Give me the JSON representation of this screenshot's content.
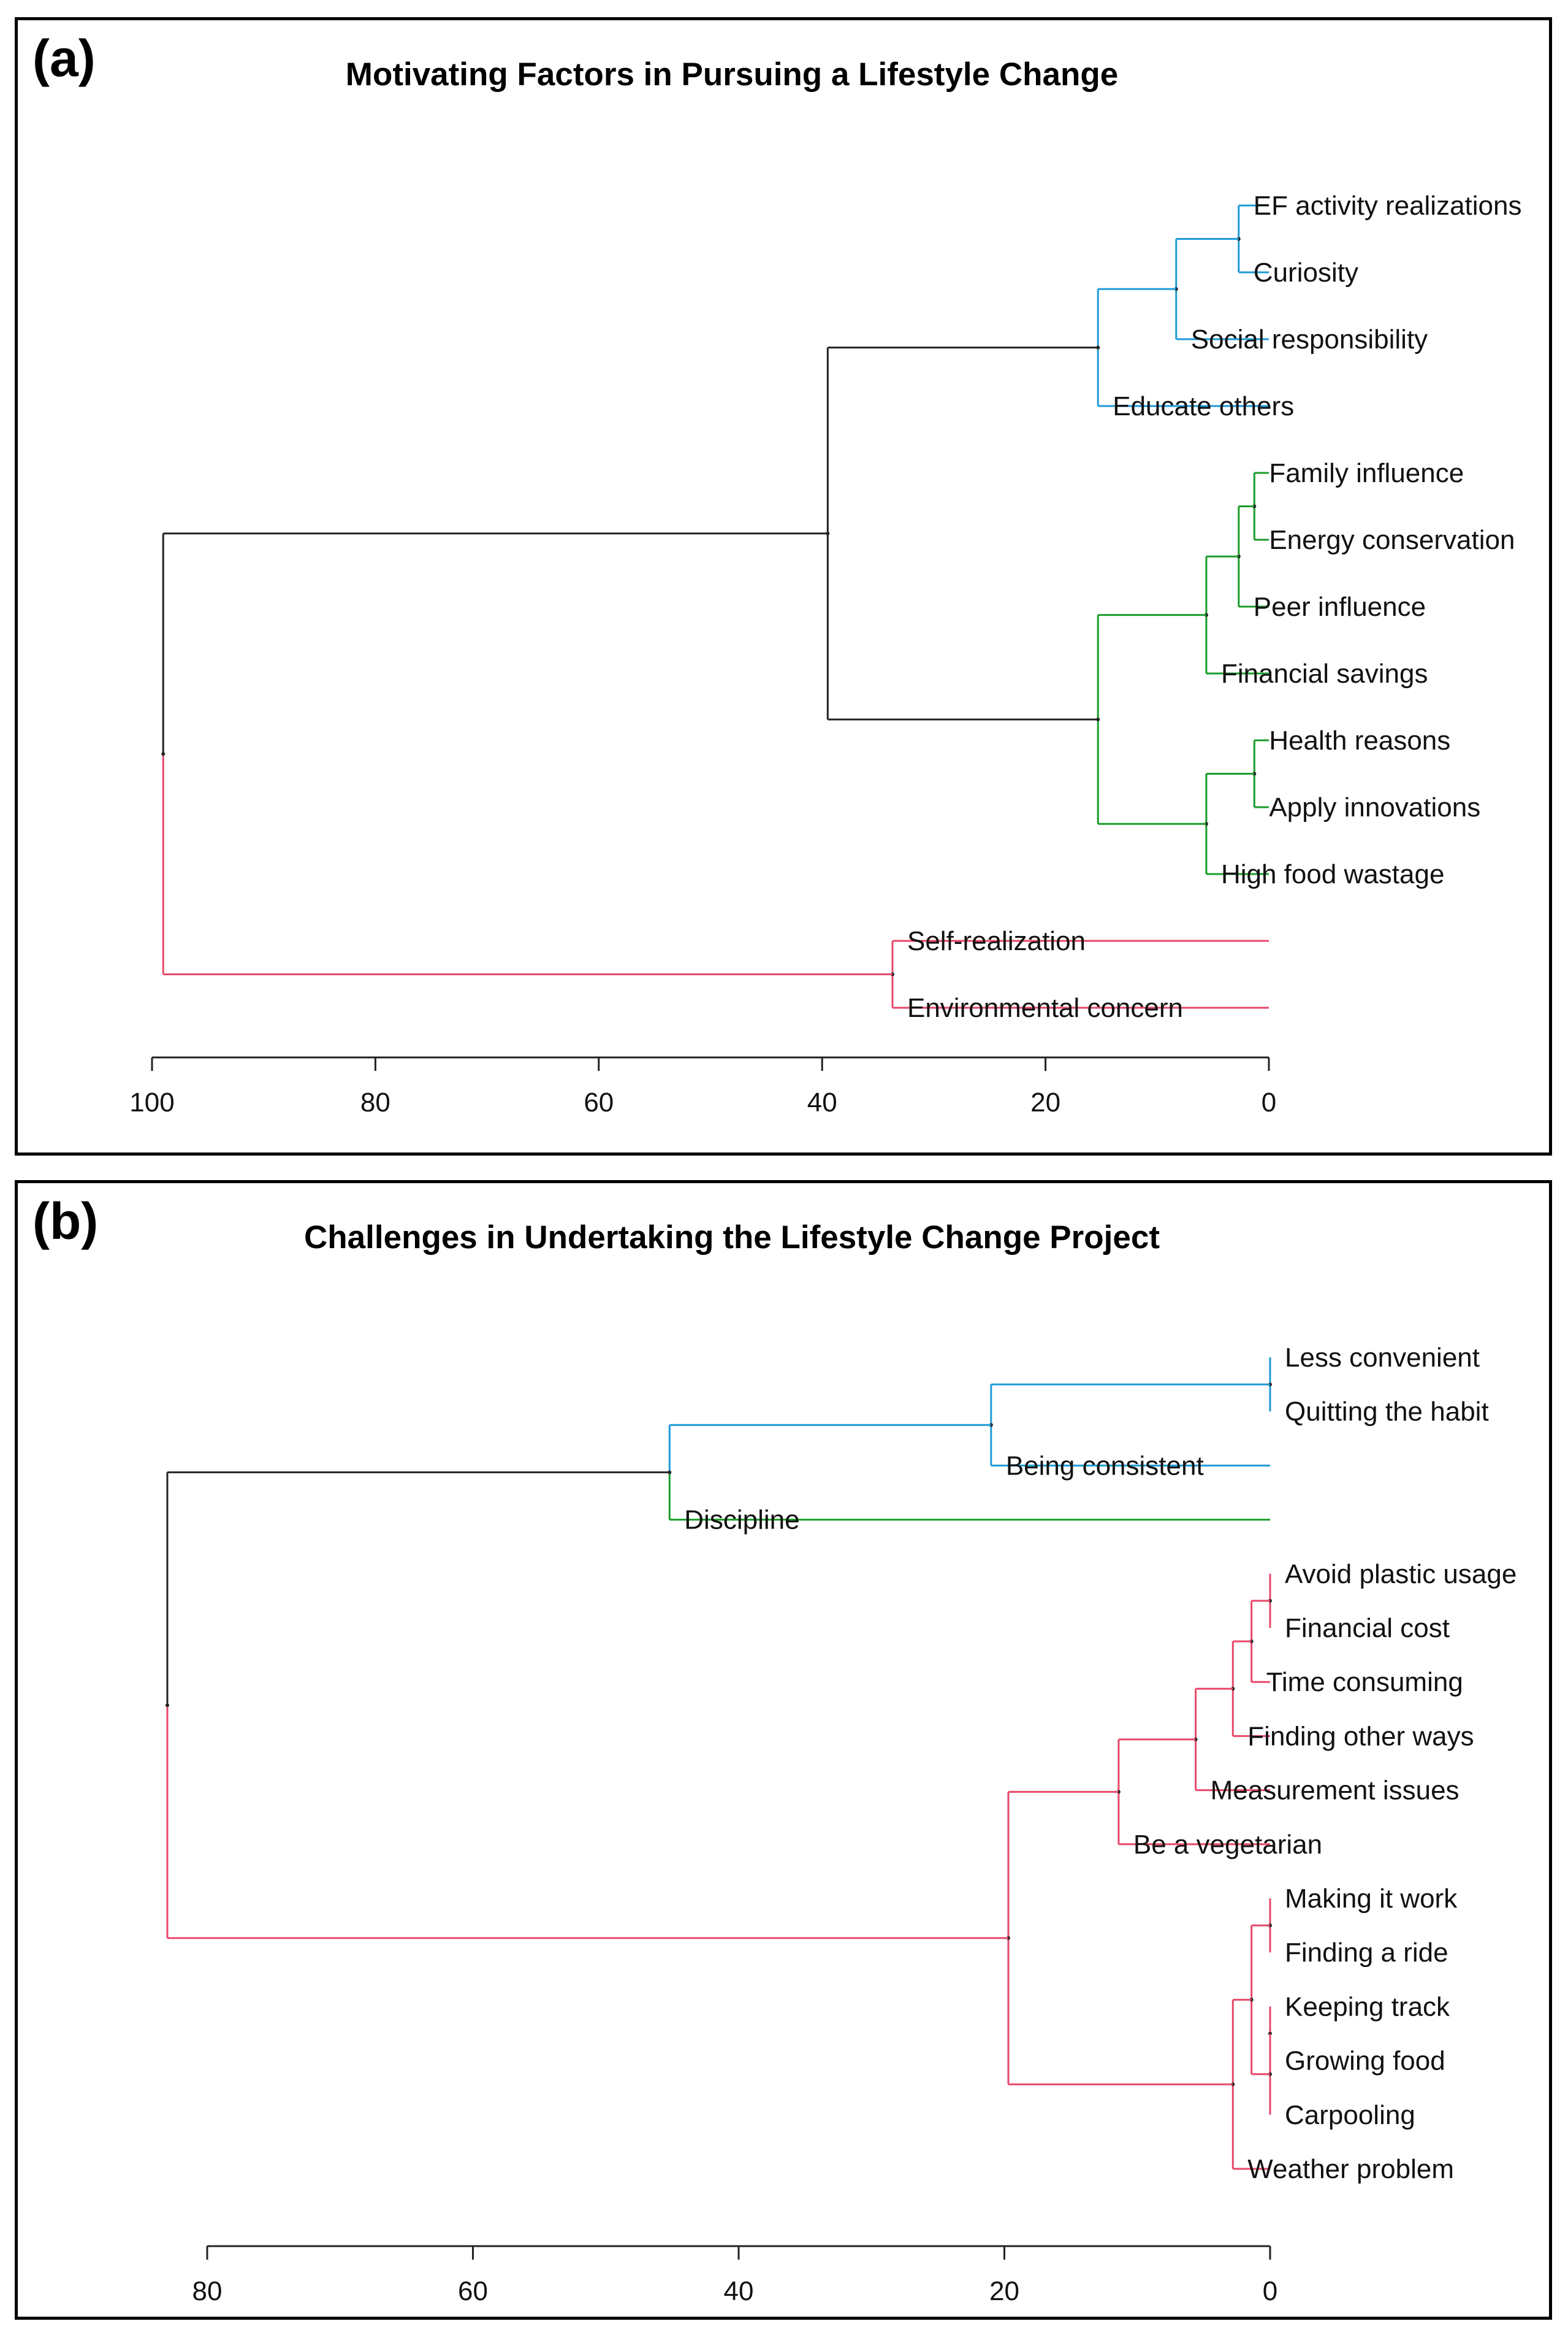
{
  "colors": {
    "root": "#222222",
    "blue": "#1e9bd7",
    "green": "#1a9c2a",
    "pink": "#e8486a"
  },
  "chart_data": [
    {
      "type": "dendrogram",
      "panel_label": "(a)",
      "title": "Motivating Factors in Pursuing a Lifestyle Change",
      "xlim": [
        100,
        0
      ],
      "ticks": [
        100,
        80,
        60,
        40,
        20,
        0
      ],
      "leaves": [
        {
          "label": "EF activity realizations",
          "cluster": "blue"
        },
        {
          "label": "Curiosity",
          "cluster": "blue"
        },
        {
          "label": "Social responsibility",
          "cluster": "blue"
        },
        {
          "label": "Educate others",
          "cluster": "blue"
        },
        {
          "label": "Family influence",
          "cluster": "green"
        },
        {
          "label": "Energy conservation",
          "cluster": "green"
        },
        {
          "label": "Peer influence",
          "cluster": "green"
        },
        {
          "label": "Financial savings",
          "cluster": "green"
        },
        {
          "label": "Health reasons",
          "cluster": "green"
        },
        {
          "label": "Apply innovations",
          "cluster": "green"
        },
        {
          "label": "High food wastage",
          "cluster": "green"
        },
        {
          "label": "Self-realization",
          "cluster": "pink"
        },
        {
          "label": "Environmental concern",
          "cluster": "pink"
        }
      ],
      "merges": [
        {
          "id": "A1",
          "children": [
            0,
            1
          ],
          "height": 2.7,
          "color": "blue"
        },
        {
          "id": "A2",
          "children": [
            "A1",
            2
          ],
          "height": 8.3,
          "color": "blue"
        },
        {
          "id": "A3",
          "children": [
            "A2",
            3
          ],
          "height": 15.3,
          "color": "blue"
        },
        {
          "id": "A4",
          "children": [
            4,
            5
          ],
          "height": 1.3,
          "color": "green"
        },
        {
          "id": "A5",
          "children": [
            "A4",
            6
          ],
          "height": 2.7,
          "color": "green"
        },
        {
          "id": "A6",
          "children": [
            "A5",
            7
          ],
          "height": 5.6,
          "color": "green"
        },
        {
          "id": "A7",
          "children": [
            8,
            9
          ],
          "height": 1.3,
          "color": "green"
        },
        {
          "id": "A8",
          "children": [
            "A7",
            10
          ],
          "height": 5.6,
          "color": "green"
        },
        {
          "id": "A9",
          "children": [
            "A6",
            "A8"
          ],
          "height": 15.3,
          "color": "green"
        },
        {
          "id": "A10",
          "children": [
            "A3",
            "A9"
          ],
          "height": 39.5,
          "color": "root"
        },
        {
          "id": "A11",
          "children": [
            11,
            12
          ],
          "height": 33.7,
          "color": "pink"
        },
        {
          "id": "A12",
          "children": [
            "A10",
            "A11"
          ],
          "height": 99.0,
          "color": "root",
          "branch_colors": [
            "root",
            "pink"
          ]
        }
      ]
    },
    {
      "type": "dendrogram",
      "panel_label": "(b)",
      "title": "Challenges in Undertaking the Lifestyle Change Project",
      "xlim": [
        80,
        0
      ],
      "ticks": [
        80,
        60,
        40,
        20,
        0
      ],
      "leaves": [
        {
          "label": "Less convenient",
          "cluster": "blue"
        },
        {
          "label": "Quitting the habit",
          "cluster": "blue"
        },
        {
          "label": "Being consistent",
          "cluster": "blue"
        },
        {
          "label": "Discipline",
          "cluster": "green"
        },
        {
          "label": "Avoid plastic usage",
          "cluster": "pink"
        },
        {
          "label": "Financial cost",
          "cluster": "pink"
        },
        {
          "label": "Time consuming",
          "cluster": "pink"
        },
        {
          "label": "Finding other ways",
          "cluster": "pink"
        },
        {
          "label": "Measurement issues",
          "cluster": "pink"
        },
        {
          "label": "Be a vegetarian",
          "cluster": "pink"
        },
        {
          "label": "Making it work",
          "cluster": "pink"
        },
        {
          "label": "Finding a ride",
          "cluster": "pink"
        },
        {
          "label": "Keeping track",
          "cluster": "pink"
        },
        {
          "label": "Growing food",
          "cluster": "pink"
        },
        {
          "label": "Carpooling",
          "cluster": "pink"
        },
        {
          "label": "Weather problem",
          "cluster": "pink"
        }
      ],
      "merges": [
        {
          "id": "B1",
          "children": [
            0,
            1
          ],
          "height": 0.0,
          "color": "blue"
        },
        {
          "id": "B2",
          "children": [
            "B1",
            2
          ],
          "height": 21.0,
          "color": "blue"
        },
        {
          "id": "B3",
          "children": [
            "B2",
            3
          ],
          "height": 45.2,
          "color": "blue",
          "branch_colors": [
            "blue",
            "green"
          ]
        },
        {
          "id": "B4",
          "children": [
            4,
            5
          ],
          "height": 0.0,
          "color": "pink"
        },
        {
          "id": "B5",
          "children": [
            "B4",
            6
          ],
          "height": 1.4,
          "color": "pink"
        },
        {
          "id": "B6",
          "children": [
            "B5",
            7
          ],
          "height": 2.8,
          "color": "pink"
        },
        {
          "id": "B7",
          "children": [
            "B6",
            8
          ],
          "height": 5.6,
          "color": "pink"
        },
        {
          "id": "B8",
          "children": [
            "B7",
            9
          ],
          "height": 11.4,
          "color": "pink"
        },
        {
          "id": "B9",
          "children": [
            10,
            11
          ],
          "height": 0.0,
          "color": "pink"
        },
        {
          "id": "B10",
          "children": [
            12,
            13
          ],
          "height": 0.0,
          "color": "pink"
        },
        {
          "id": "B11",
          "children": [
            "B10",
            14
          ],
          "height": 0.0,
          "color": "pink"
        },
        {
          "id": "B12",
          "children": [
            "B9",
            "B11"
          ],
          "height": 1.4,
          "color": "pink"
        },
        {
          "id": "B13",
          "children": [
            "B12",
            15
          ],
          "height": 2.8,
          "color": "pink"
        },
        {
          "id": "B14",
          "children": [
            "B8",
            "B13"
          ],
          "height": 19.7,
          "color": "pink"
        },
        {
          "id": "B15",
          "children": [
            "B3",
            "B14"
          ],
          "height": 83.0,
          "color": "root",
          "branch_colors": [
            "root",
            "pink"
          ]
        }
      ]
    }
  ]
}
